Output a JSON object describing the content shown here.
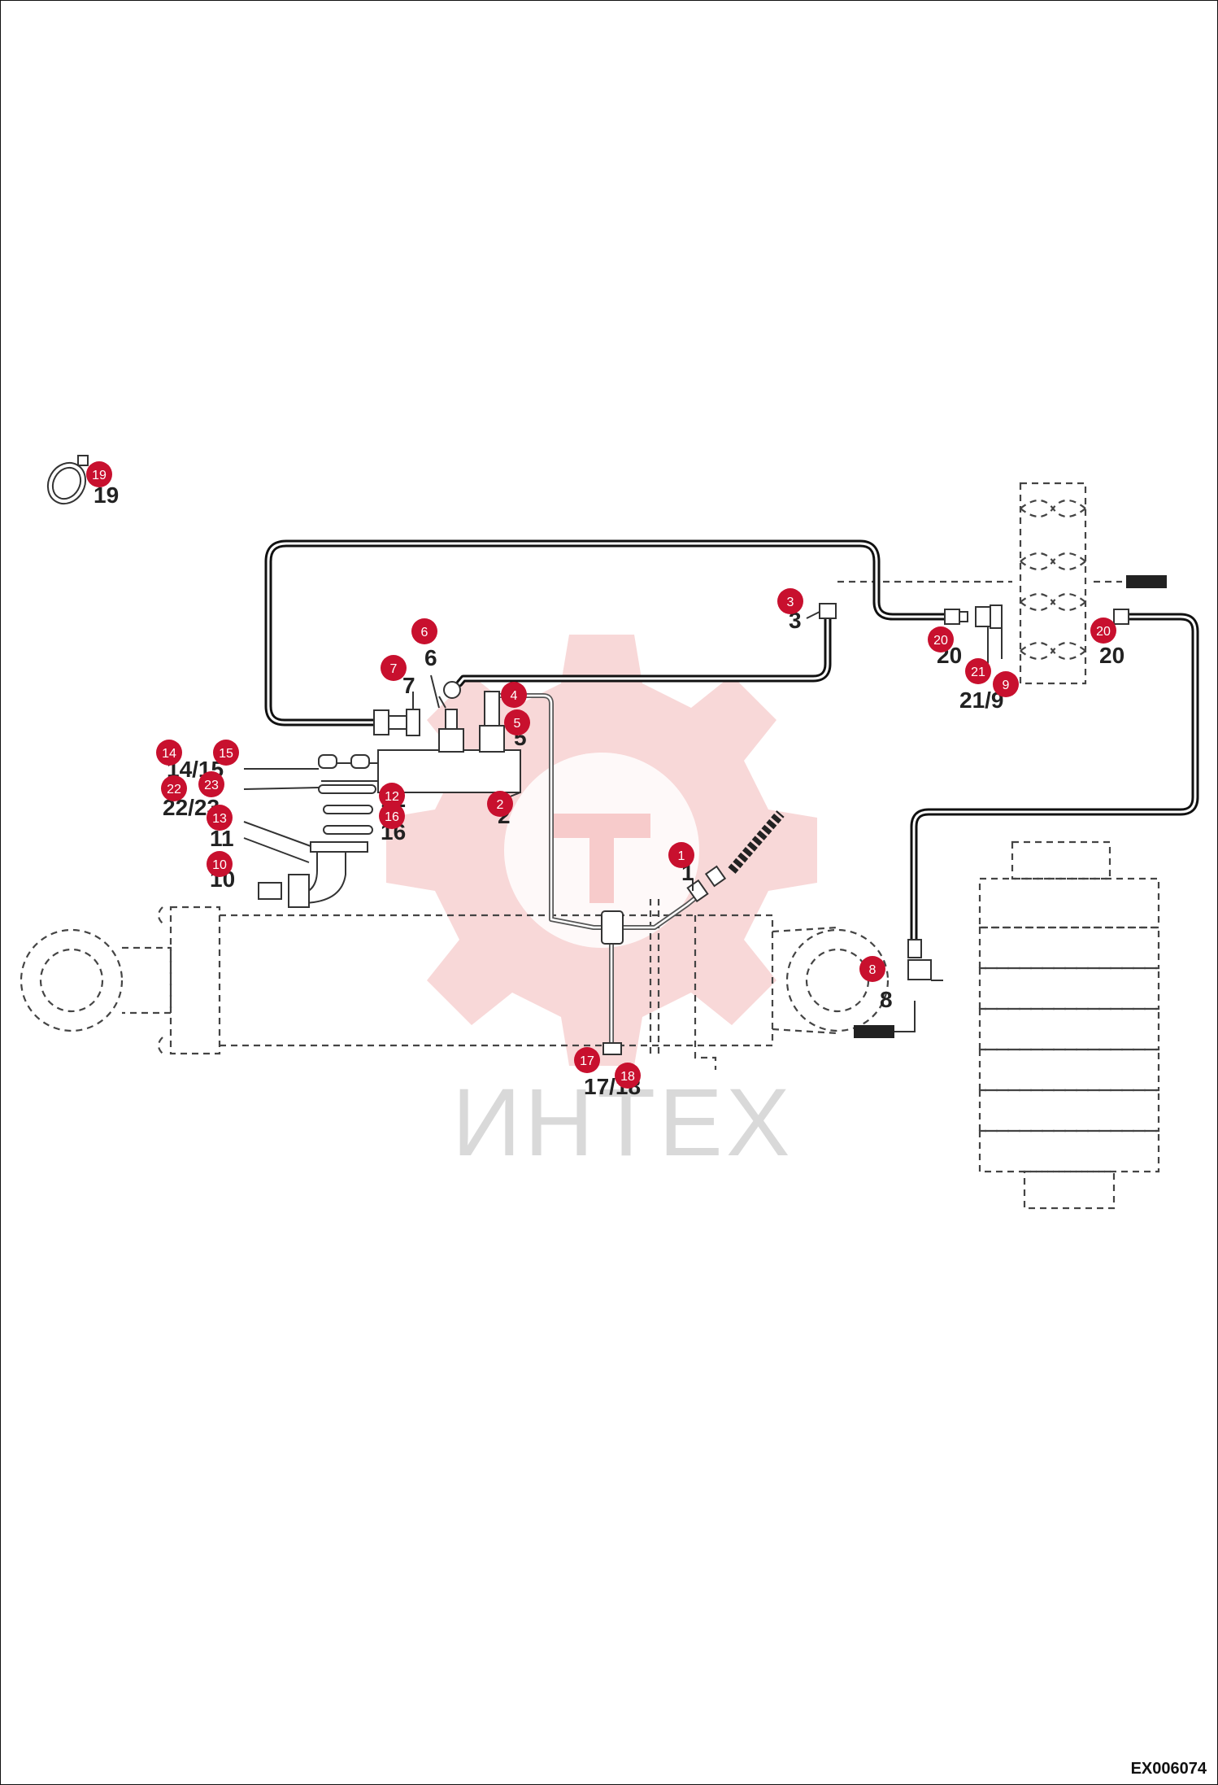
{
  "drawing_code": "EX006074",
  "watermark": "ИНТЕХ",
  "colors": {
    "badge": "#c8102e",
    "hose": "#111111",
    "line": "#333333",
    "watermark_gear": "#f3b8b8"
  },
  "callouts": [
    {
      "id": "1",
      "label": "1"
    },
    {
      "id": "2",
      "label": "2"
    },
    {
      "id": "3",
      "label": "3"
    },
    {
      "id": "4",
      "label": "4"
    },
    {
      "id": "5",
      "label": "5"
    },
    {
      "id": "6",
      "label": "6"
    },
    {
      "id": "7",
      "label": "7"
    },
    {
      "id": "8",
      "label": "8"
    },
    {
      "id": "9",
      "label": "9"
    },
    {
      "id": "10",
      "label": "10"
    },
    {
      "id": "12",
      "label": "12"
    },
    {
      "id": "13",
      "label": "13"
    },
    {
      "id": "14",
      "label": "14"
    },
    {
      "id": "15",
      "label": "15"
    },
    {
      "id": "16",
      "label": "16"
    },
    {
      "id": "17",
      "label": "17"
    },
    {
      "id": "18",
      "label": "18"
    },
    {
      "id": "19",
      "label": "19"
    },
    {
      "id": "20a",
      "label": "20"
    },
    {
      "id": "20b",
      "label": "20"
    },
    {
      "id": "21",
      "label": "21"
    },
    {
      "id": "22",
      "label": "22"
    },
    {
      "id": "23",
      "label": "23"
    }
  ],
  "part_labels": [
    {
      "id": "19",
      "text": "19"
    },
    {
      "id": "3",
      "text": "3"
    },
    {
      "id": "6",
      "text": "6"
    },
    {
      "id": "7",
      "text": "7"
    },
    {
      "id": "5",
      "text": "5"
    },
    {
      "id": "14-15",
      "text": "14/15"
    },
    {
      "id": "22-23",
      "text": "22/23"
    },
    {
      "id": "12",
      "text": "12"
    },
    {
      "id": "16",
      "text": "16"
    },
    {
      "id": "11",
      "text": "11"
    },
    {
      "id": "10",
      "text": "10"
    },
    {
      "id": "2",
      "text": "2"
    },
    {
      "id": "1",
      "text": "1"
    },
    {
      "id": "8",
      "text": "8"
    },
    {
      "id": "17-18",
      "text": "17/18"
    },
    {
      "id": "20a",
      "text": "20"
    },
    {
      "id": "20b",
      "text": "20"
    },
    {
      "id": "21-9",
      "text": "21/9"
    }
  ]
}
